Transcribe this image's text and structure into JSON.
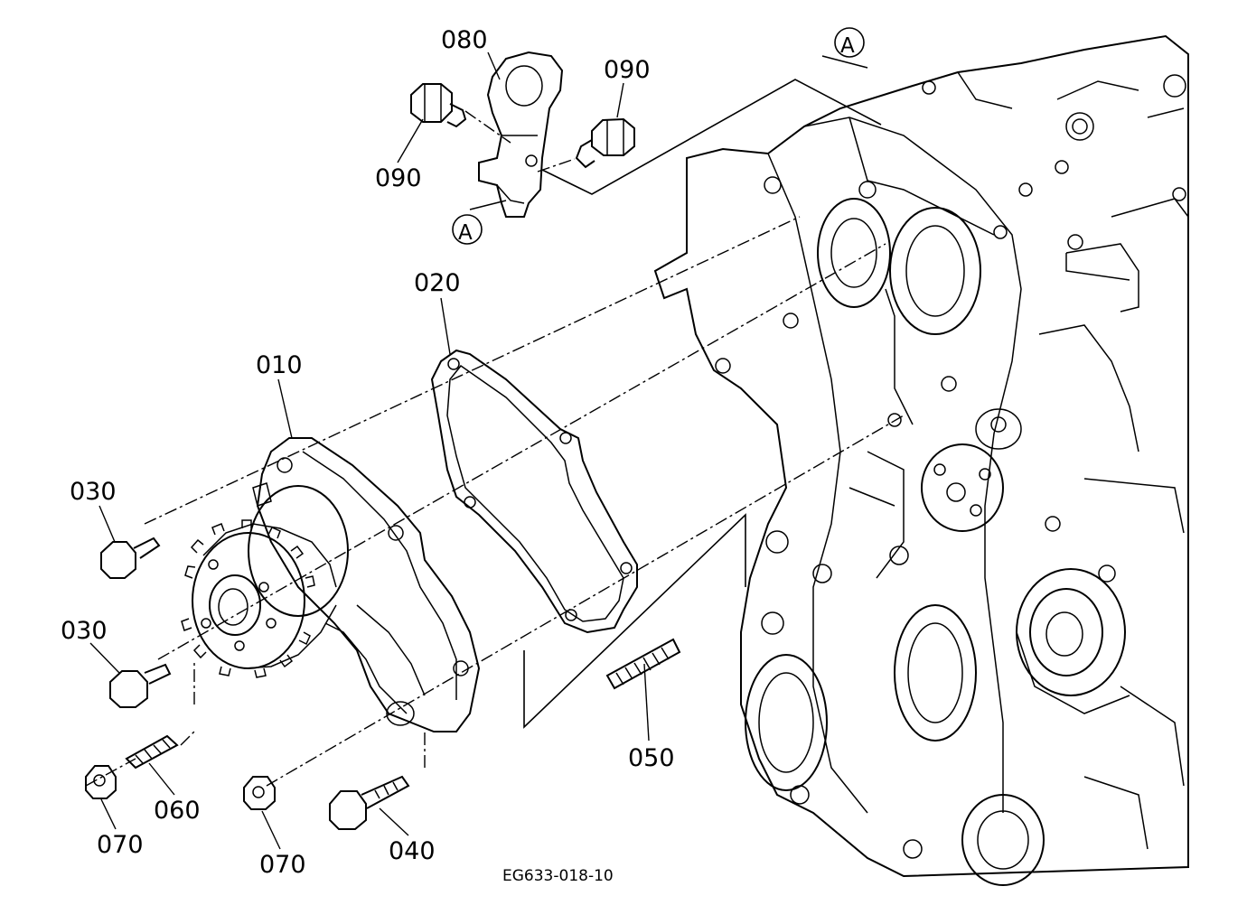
{
  "diagram": {
    "figure_code": "EG633-018-10",
    "reference_mark": "A",
    "callouts": [
      {
        "id": "080",
        "label": "080"
      },
      {
        "id": "090a",
        "label": "090"
      },
      {
        "id": "090b",
        "label": "090"
      },
      {
        "id": "020",
        "label": "020"
      },
      {
        "id": "010",
        "label": "010"
      },
      {
        "id": "030a",
        "label": "030"
      },
      {
        "id": "030b",
        "label": "030"
      },
      {
        "id": "060",
        "label": "060"
      },
      {
        "id": "070a",
        "label": "070"
      },
      {
        "id": "070b",
        "label": "070"
      },
      {
        "id": "040",
        "label": "040"
      },
      {
        "id": "050",
        "label": "050"
      }
    ]
  }
}
